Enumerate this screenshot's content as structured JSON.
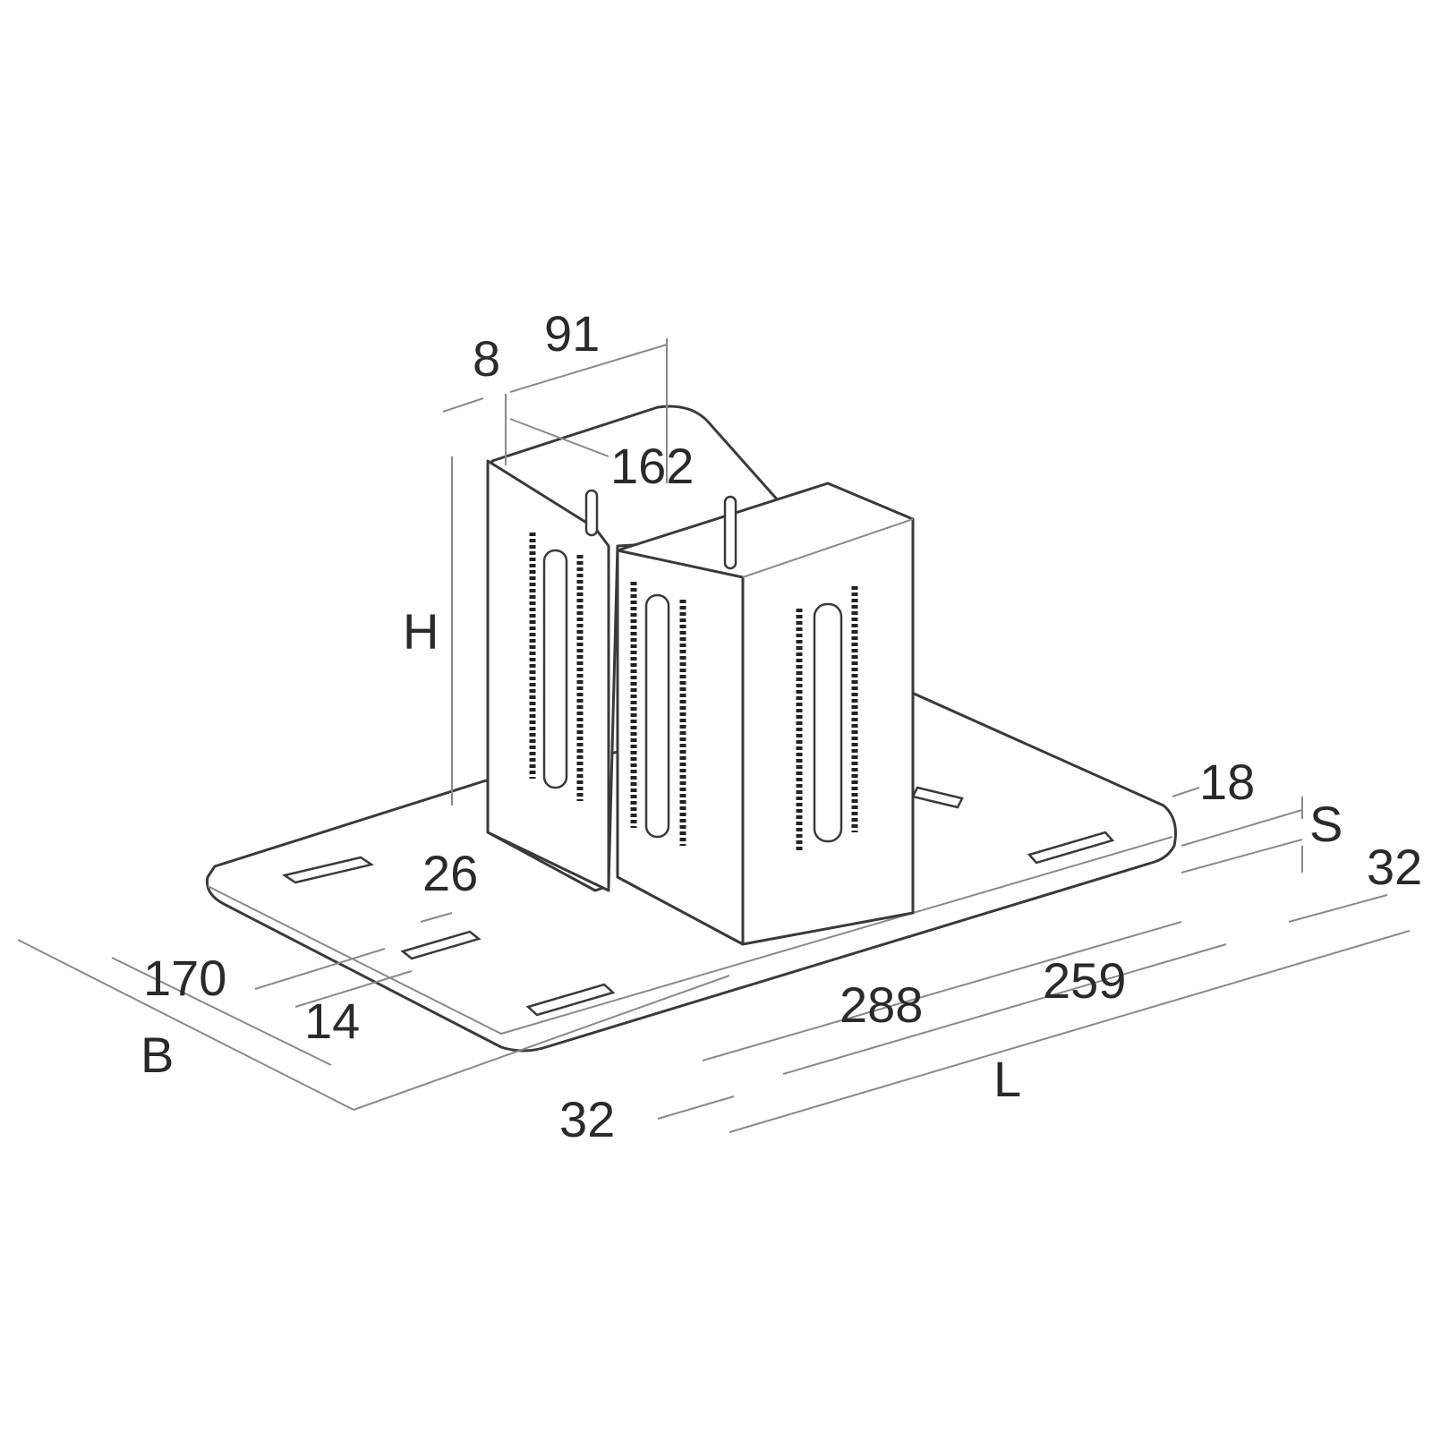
{
  "drawing": {
    "labels": {
      "wall_thickness": "8",
      "inner_width": "91",
      "post_depth": "162",
      "height": "H",
      "slot_width_right": "18",
      "spacing": "S",
      "edge_right": "32",
      "slot_length": "26",
      "slot_spacing_b": "170",
      "slot_width_left": "14",
      "base_width": "B",
      "slot_spacing_l_outer": "288",
      "slot_spacing_l_inner": "259",
      "base_length": "L",
      "edge_bottom": "32"
    }
  }
}
